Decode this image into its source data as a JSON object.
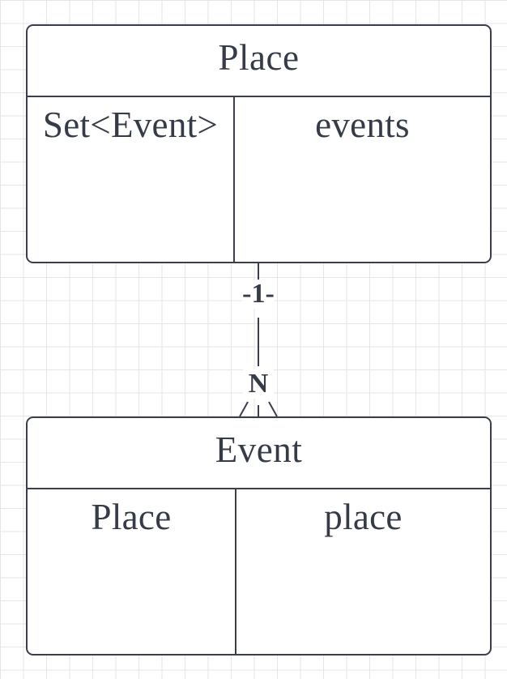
{
  "diagram": {
    "entities": [
      {
        "title": "Place",
        "fields": [
          {
            "type": "Set<Event>",
            "name": "events"
          }
        ]
      },
      {
        "title": "Event",
        "fields": [
          {
            "type": "Place",
            "name": "place"
          }
        ]
      }
    ],
    "relationship": {
      "from_cardinality": "-1-",
      "to_cardinality": "N"
    }
  },
  "colors": {
    "stroke": "#3a3f4b",
    "text": "#363b48",
    "grid": "#e6e6e6"
  }
}
